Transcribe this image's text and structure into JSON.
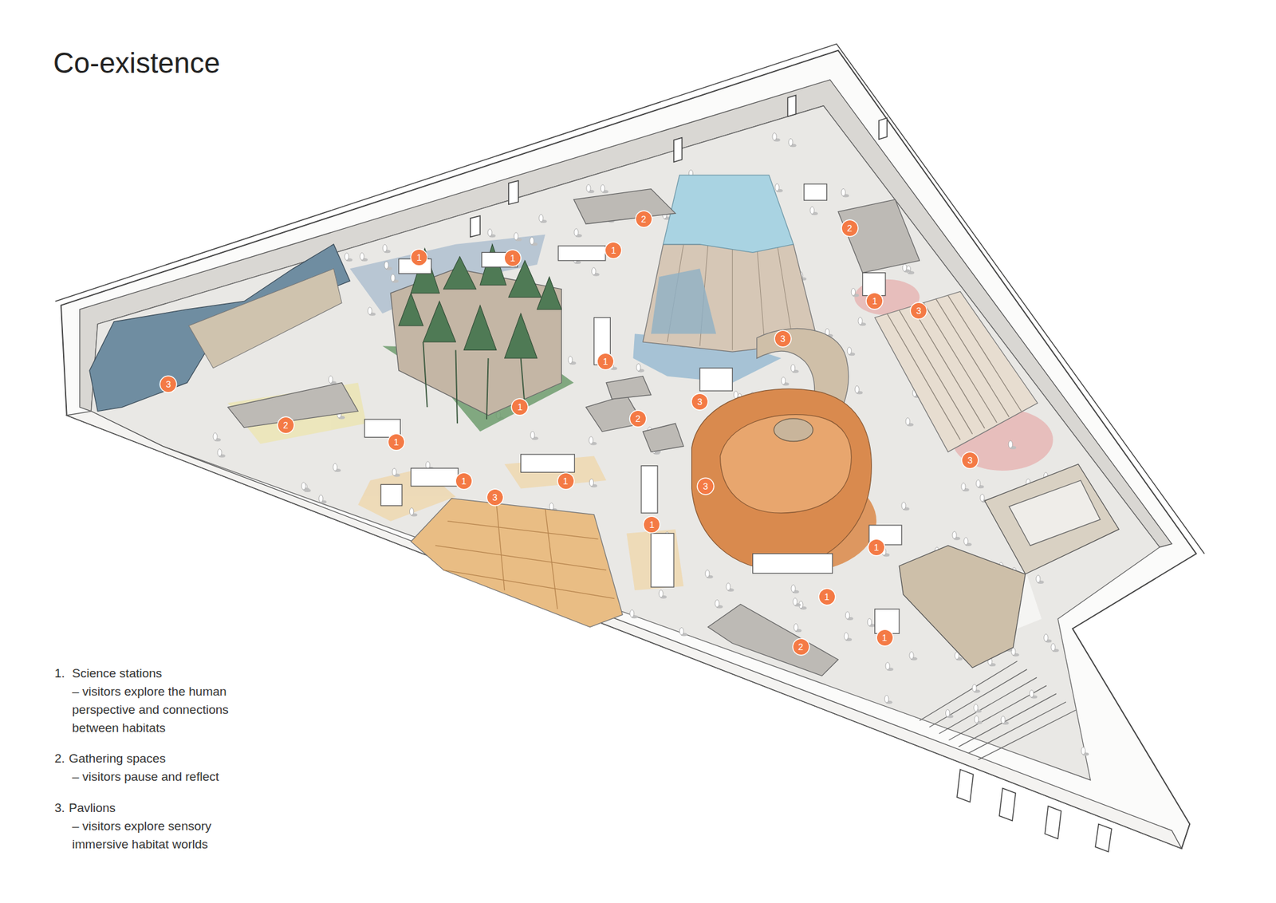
{
  "diagram": {
    "title": "Co-existence",
    "labels": [
      "2",
      "2",
      "1",
      "1",
      "1",
      "1",
      "3",
      "3",
      "1",
      "3",
      "1",
      "3",
      "2",
      "2",
      "1",
      "3",
      "1",
      "1",
      "3",
      "3",
      "1",
      "1",
      "1",
      "1",
      "2",
      "1.",
      "Science stations",
      "– visitors explore the human perspective and connections between habitats",
      "2.",
      "Gathering spaces",
      "– visitors pause and reflect",
      "3.",
      "Pavlions",
      "– visitors explore sensory immersive habitat worlds"
    ]
  }
}
